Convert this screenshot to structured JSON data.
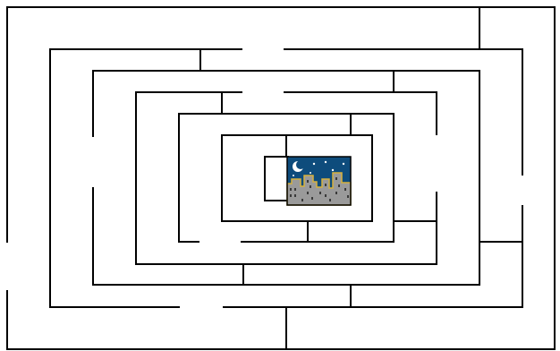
{
  "game": {
    "kind": "maze",
    "rings": 6,
    "goal": {
      "scene": "night-city",
      "icons": [
        "crescent-moon-icon",
        "star-icon",
        "building-icon"
      ]
    }
  },
  "colors": {
    "background": "#ffffff",
    "wall": "#000000",
    "sky": "#0e4c7c",
    "buildings": "#9a9a9a",
    "building_outline": "#d8b23c",
    "windows": "#3a3a3a",
    "moon": "#ffffff",
    "stars": "#ffffff"
  }
}
